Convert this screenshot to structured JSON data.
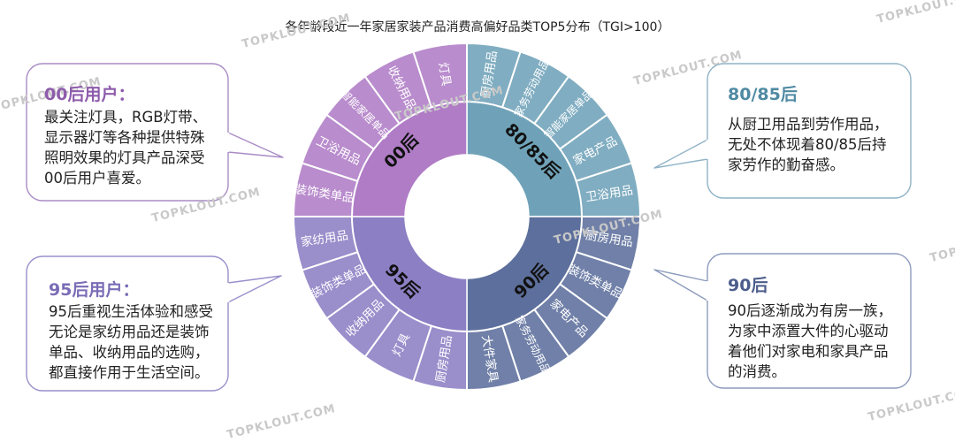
{
  "title": "各年龄段近一年家居家装产品消费高偏好品类TOP5分布（TGI>100）",
  "watermark": "TOPKLOUT.COM",
  "chart_data": {
    "type": "sunburst",
    "colors": {
      "00后": "#b07cc6",
      "80/85后": "#6fa2b8",
      "90后": "#5d6f9c",
      "95后": "#8c7fc4"
    },
    "groups": [
      {
        "name": "80/85后",
        "value": 25,
        "children": [
          "厨房用品",
          "家务劳动用品",
          "智能家居单品",
          "家电产品",
          "卫浴用品"
        ]
      },
      {
        "name": "90后",
        "value": 25,
        "children": [
          "厨房用品",
          "装饰类单品",
          "家电产品",
          "家务劳动用品",
          "大件家具"
        ]
      },
      {
        "name": "95后",
        "value": 25,
        "children": [
          "厨房用品",
          "灯具",
          "收纳用品",
          "装饰类单品",
          "家纺用品"
        ]
      },
      {
        "name": "00后",
        "value": 25,
        "children": [
          "装饰类单品",
          "卫浴用品",
          "智能家居单品",
          "收纳用品",
          "灯具"
        ]
      }
    ]
  },
  "callouts": {
    "c00": {
      "head": "00后用户：",
      "lines": [
        "最关注灯具，RGB灯带、",
        "显示器灯等各种提供特殊",
        "照明效果的灯具产品深受",
        "00后用户喜爱。"
      ],
      "color": "#8e5cab"
    },
    "c95": {
      "head": "95后用户：",
      "lines": [
        "95后重视生活体验和感受",
        "无论是家纺用品还是装饰",
        "单品、收纳用品的选购，",
        "都直接作用于生活空间。"
      ],
      "color": "#7a6cb6"
    },
    "c80": {
      "head": "80/85后",
      "lines": [
        "从厨卫用品到劳作用品，",
        "无处不体现着80/85后持",
        "家劳作的勤奋感。"
      ],
      "color": "#4f8aa3"
    },
    "c90": {
      "head": "90后",
      "lines": [
        "90后逐渐成为有房一族，",
        "为家中添置大件的心驱动",
        "着他们对家电和家具产品",
        "的消费。"
      ],
      "color": "#4c5d8c"
    }
  }
}
